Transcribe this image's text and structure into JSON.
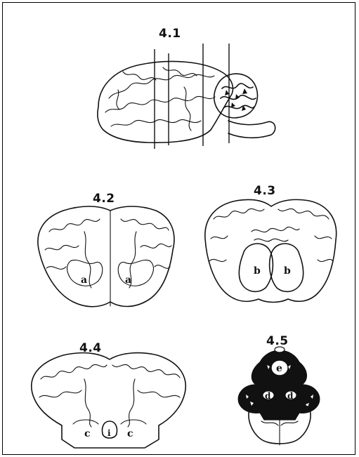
{
  "figure": {
    "panels": [
      {
        "label": "4.1"
      },
      {
        "label": "4.2",
        "regions": [
          "a",
          "a"
        ]
      },
      {
        "label": "4.3",
        "regions": [
          "b",
          "b"
        ]
      },
      {
        "label": "4.4",
        "regions": [
          "c",
          "i",
          "c"
        ]
      },
      {
        "label": "4.5",
        "regions": [
          "e",
          "d",
          "d"
        ]
      }
    ]
  }
}
